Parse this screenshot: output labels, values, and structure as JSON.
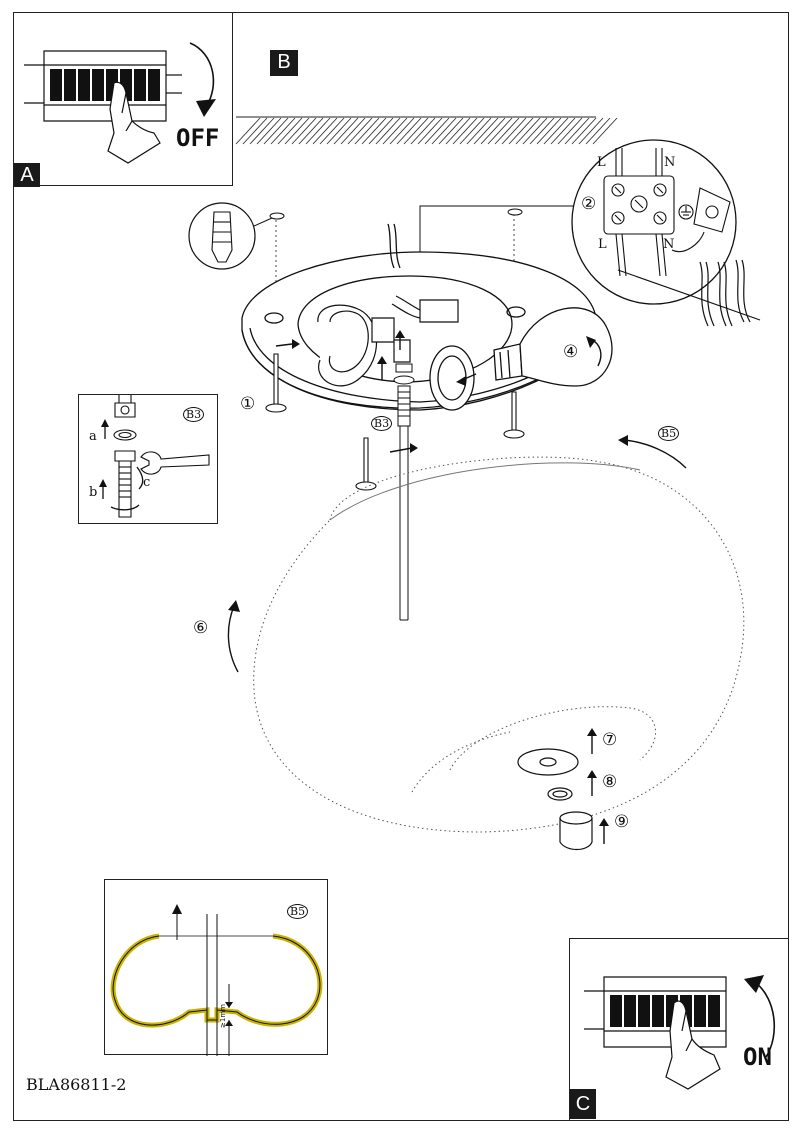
{
  "sheet": {
    "code": "BLA86811-2"
  },
  "steps": {
    "a_tag": "A",
    "b_tag": "B",
    "c_tag": "C",
    "off_label": "OFF",
    "on_label": "ON"
  },
  "wiring": {
    "step": "②",
    "top_l": "L",
    "top_n": "N",
    "bottom_l": "L",
    "bottom_n": "N",
    "ground_icon": "ground-icon"
  },
  "b3_detail": {
    "badge": "B3",
    "a": "a",
    "b": "b",
    "c": "c"
  },
  "b5_detail": {
    "badge": "B5",
    "dim": "≥1mm"
  },
  "callouts": {
    "s1": "①",
    "s4": "④",
    "s6": "⑥",
    "s7": "⑦",
    "s8": "⑧",
    "s9": "⑨",
    "b3": "B3",
    "b5": "B5"
  },
  "icons": [
    "circuit-breaker-icon",
    "hand-icon",
    "wall-plug-icon",
    "wrench-icon",
    "light-bulb-icon",
    "screw-icon",
    "arrow-icon"
  ]
}
